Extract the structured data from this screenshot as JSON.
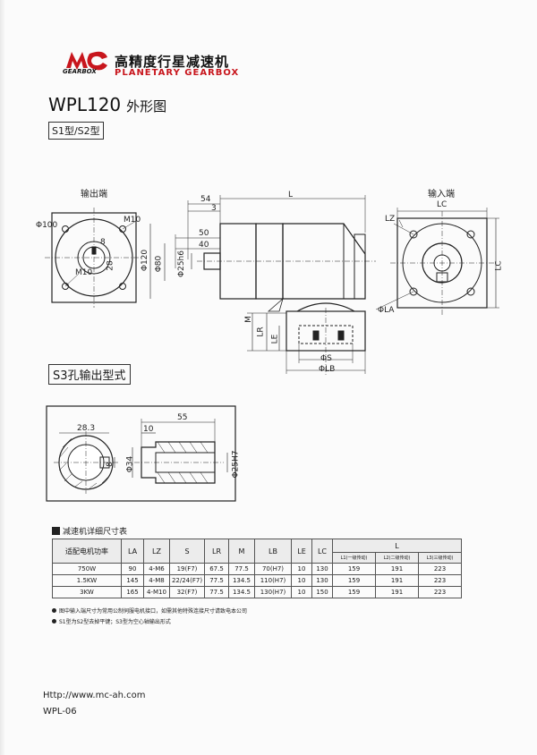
{
  "brand": {
    "gearbox": "GEARBOX",
    "name_cn": "高精度行星减速机",
    "name_en": "PLANETARY GEARBOX"
  },
  "model": {
    "name": "WPL120",
    "subtitle": "外形图"
  },
  "type_label": "S1型/S2型",
  "views": {
    "output_end": "输出端",
    "input_end": "输入端",
    "s3_title": "S3孔输出型式"
  },
  "dims": {
    "d100": "Φ100",
    "m10_top": "M10",
    "m10_left": "M10",
    "n8": "8",
    "n28": "28",
    "d120": "Φ120",
    "d80": "Φ80",
    "d25": "Φ25h6",
    "n54": "54",
    "n3": "3",
    "L": "L",
    "n50": "50",
    "n40": "40",
    "M": "M",
    "LR": "LR",
    "LE": "LE",
    "dS": "ΦS",
    "dLB": "ΦLB",
    "LZ": "LZ",
    "LC_top": "LC",
    "LC_side": "LC",
    "dLA": "ΦLA",
    "s3_283": "28.3",
    "s3_55": "55",
    "s3_10": "10",
    "s3_8": "8",
    "s3_d34": "Φ34",
    "s3_d25": "Φ25H7"
  },
  "table": {
    "title": "减速机详细尺寸表",
    "headers": [
      "适配电机功率",
      "LA",
      "LZ",
      "S",
      "LR",
      "M",
      "LB",
      "LE",
      "LC",
      "L"
    ],
    "l_sub": [
      "L1(一级传动)",
      "L2(二级传动)",
      "L3(三级传动)"
    ],
    "rows": [
      [
        "750W",
        "90",
        "4-M6",
        "19(F7)",
        "67.5",
        "77.5",
        "70(H7)",
        "10",
        "130",
        "159",
        "191",
        "223"
      ],
      [
        "1.5KW",
        "145",
        "4-M8",
        "22/24(F7)",
        "77.5",
        "134.5",
        "110(H7)",
        "10",
        "130",
        "159",
        "191",
        "223"
      ],
      [
        "3KW",
        "165",
        "4-M10",
        "32(F7)",
        "77.5",
        "134.5",
        "130(H7)",
        "10",
        "150",
        "159",
        "191",
        "223"
      ]
    ]
  },
  "notes": [
    "图中输入端尺寸为常用公制伺服电机接口，如需其他特殊连接尺寸请致电本公司",
    "S1型为S2型去掉平键；S3型为空心轴输出形式"
  ],
  "footer": {
    "url": "Http://www.mc-ah.com",
    "code": "WPL-06"
  },
  "colors": {
    "brand_red": "#c8161d",
    "ink": "#1a1a1a"
  }
}
